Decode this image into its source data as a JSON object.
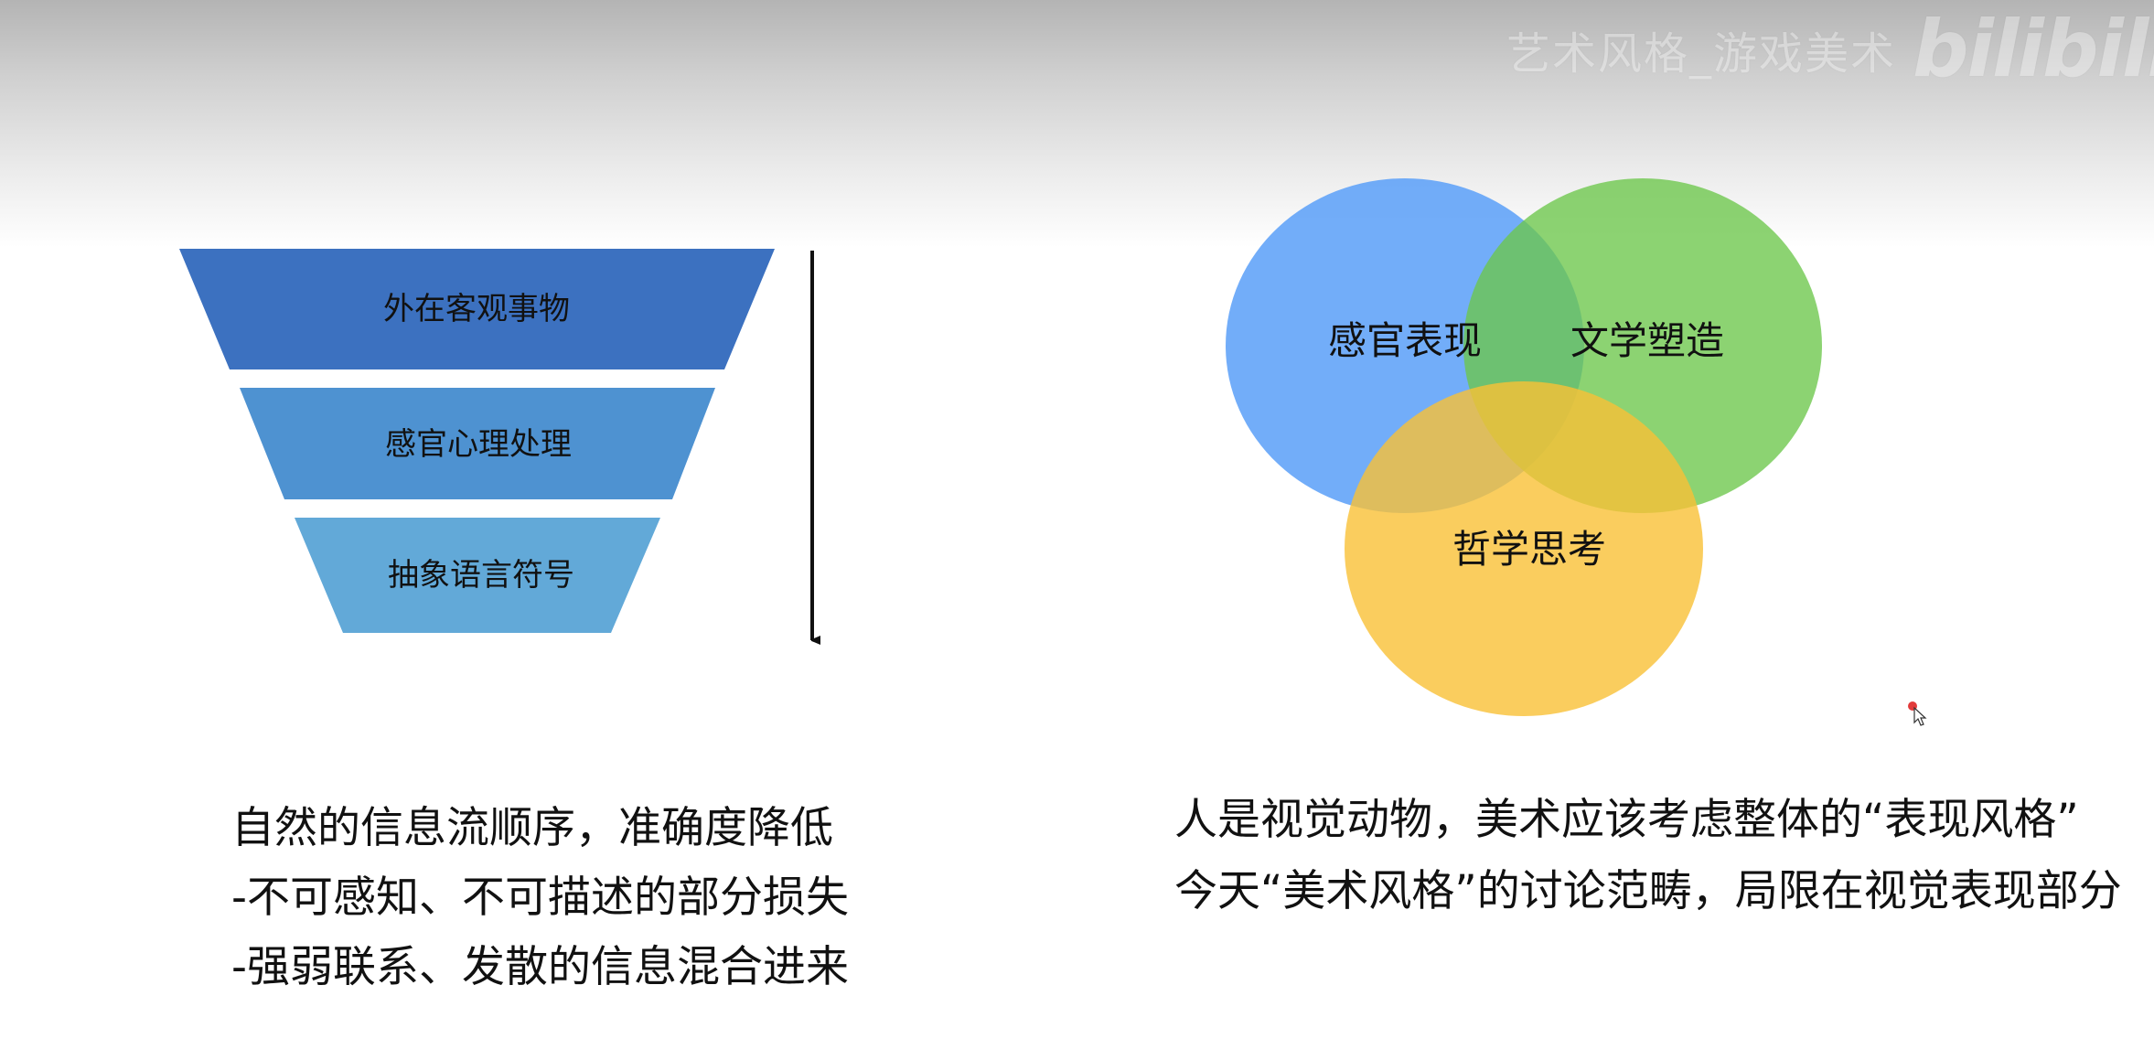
{
  "watermark": {
    "text": "艺术风格_游戏美术",
    "logo": "bilibili"
  },
  "funnel": {
    "levels": [
      {
        "label": "外在客观事物",
        "color": "#3c71c0"
      },
      {
        "label": "感官心理处理",
        "color": "#4e92d1"
      },
      {
        "label": "抽象语言符号",
        "color": "#62a9d8"
      }
    ]
  },
  "venn": {
    "circles": [
      {
        "label": "感官表现",
        "color": "#5ea2f8"
      },
      {
        "label": "文学塑造",
        "color": "#6cc74a"
      },
      {
        "label": "哲学思考",
        "color": "#f9c136"
      }
    ]
  },
  "left_caption": {
    "lines": [
      "自然的信息流顺序，准确度降低",
      "-不可感知、不可描述的部分损失",
      "-强弱联系、发散的信息混合进来"
    ]
  },
  "right_caption": {
    "lines": [
      "人是视觉动物，美术应该考虑整体的“表现风格”",
      "今天“美术风格”的讨论范畴，局限在视觉表现部分"
    ]
  }
}
